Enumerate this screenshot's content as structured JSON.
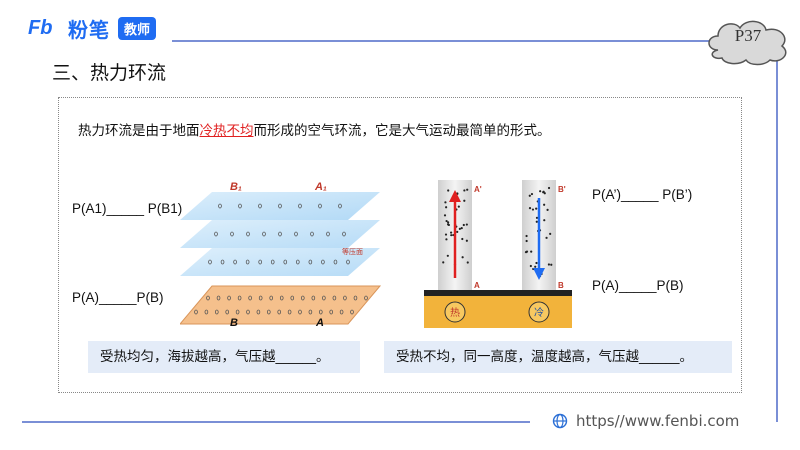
{
  "header": {
    "logo_mark": "Fb",
    "brand": "粉笔",
    "badge": "教师",
    "page_number": "P37"
  },
  "section_title": "三、热力环流",
  "intro": {
    "before": "热力环流是由于地面",
    "highlight": "冷热不均",
    "after": "而形成的空气环流，它是大气运动最简单的形式。",
    "highlight_color": "#e02020"
  },
  "left_figure": {
    "label_b1": "B₁",
    "label_a1": "A₁",
    "label_isobar": "等压面",
    "label_b": "B",
    "label_a": "A"
  },
  "right_figure": {
    "label_a_top": "A'",
    "label_b_top": "B'",
    "label_a": "A",
    "label_b": "B",
    "label_hot": "热",
    "label_cold": "冷"
  },
  "questions": {
    "left_top": "P(A1)_____ P(B1)",
    "left_bottom": "P(A)_____P(B)",
    "right_top": "P(A’)_____ P(B’)",
    "right_bottom": "P(A)_____P(B)"
  },
  "notes": {
    "left": "受热均匀，海拔越高，气压越______。",
    "right": "受热不均，同一高度，温度越高，气压越______。"
  },
  "footer": {
    "url": "https//www.fenbi.com",
    "icon": "globe-icon"
  },
  "colors": {
    "brand": "#1f6cf2",
    "frame": "#7a8fd6",
    "note_bg": "#e4ecf8",
    "ground": "#f2b33b"
  }
}
